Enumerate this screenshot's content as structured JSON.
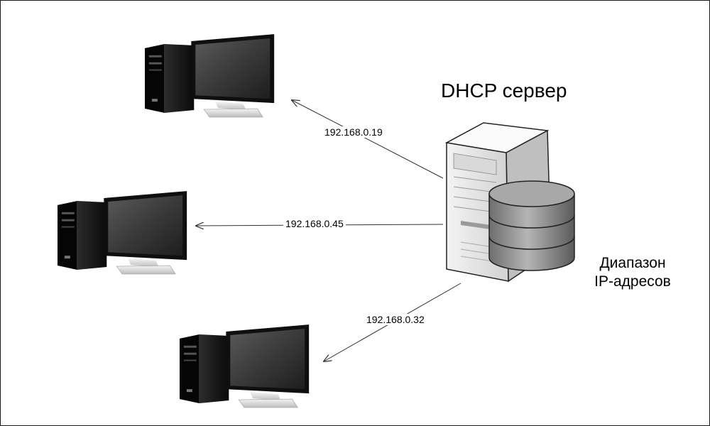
{
  "server": {
    "title": "DHCP сервер",
    "pool_line1": "Диапазон",
    "pool_line2": "IP-адресов"
  },
  "clients": [
    {
      "ip": "192.168.0.19"
    },
    {
      "ip": "192.168.0.45"
    },
    {
      "ip": "192.168.0.32"
    }
  ],
  "colors": {
    "line": "#333333",
    "monitor": "#0f0f0f",
    "screen": "#3a3a3a",
    "server_body": "#e6e6e6",
    "database": "#8a8a8a"
  }
}
